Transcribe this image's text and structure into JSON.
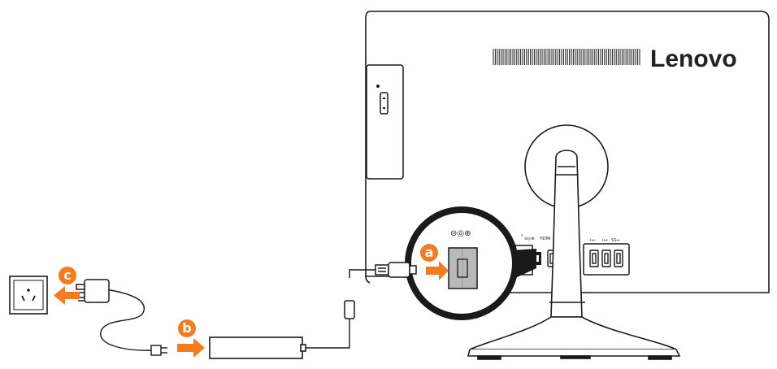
{
  "brand": {
    "name": "Lenovo"
  },
  "steps": [
    {
      "letter": "a"
    },
    {
      "letter": "b"
    },
    {
      "letter": "c"
    }
  ],
  "port_labels": {
    "dc_in": "⊖◎⊕",
    "hdmi": "HDMI"
  },
  "colors": {
    "accent": "#f47b20",
    "line": "#1a1a1a",
    "port_fill": "#b9b9b9"
  },
  "icons": [
    "wall-outlet-icon",
    "power-plug-icon",
    "power-adapter-icon",
    "dc-connector-icon",
    "usb-port-icon",
    "hdmi-port-icon",
    "monitor-stand-icon"
  ]
}
